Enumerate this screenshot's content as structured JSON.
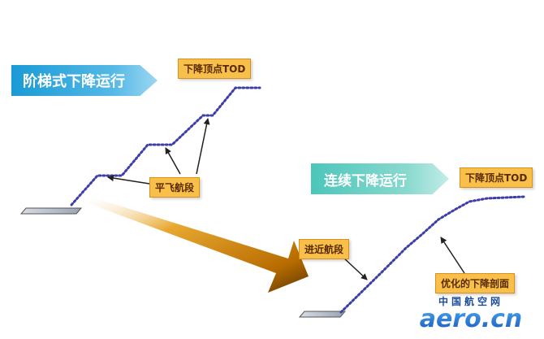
{
  "banners": {
    "step_descent": "阶梯式下降运行",
    "continuous_descent": "连续下降运行"
  },
  "labels": {
    "tod_step": "下降顶点TOD",
    "level_segment": "平飞航段",
    "tod_continuous": "下降顶点TOD",
    "approach_segment": "进近航段",
    "optimized_profile": "优化的下降剖面"
  },
  "watermark": {
    "top": "中国航空网",
    "main": "aero.cn"
  },
  "colors": {
    "banner_blue": "#1a9ad6",
    "banner_teal": "#4cc6ba",
    "tag_fill": "#f8c04a",
    "path_dots": "#3e3ea8",
    "big_arrow": "#c8800a"
  }
}
